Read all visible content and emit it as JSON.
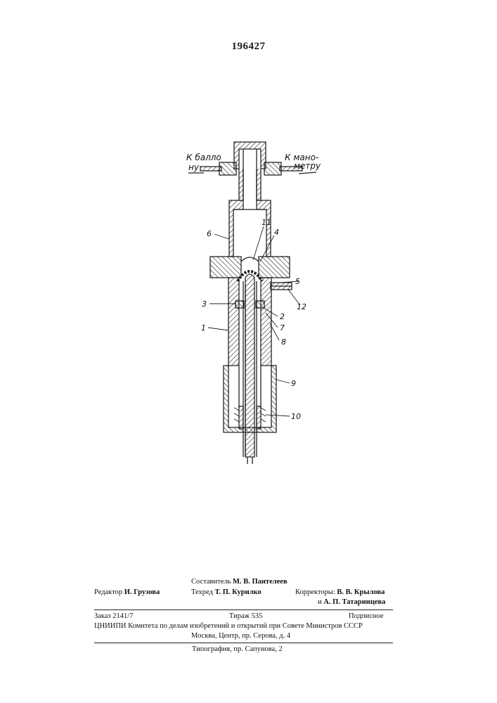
{
  "header": {
    "patent_number": "196427"
  },
  "drawing": {
    "connector_left": {
      "line1": "К балло",
      "line2": "ну"
    },
    "connector_right": {
      "line1": "К мано-",
      "line2": "метру"
    },
    "callouts": [
      "11",
      "4",
      "6",
      "5",
      "12",
      "3",
      "2",
      "7",
      "1",
      "8",
      "9",
      "10"
    ]
  },
  "footer": {
    "compiler": {
      "label": "Составитель",
      "name": "М. В. Пантелеев"
    },
    "editor": {
      "label": "Редактор",
      "name": "И. Грузова"
    },
    "techred": {
      "label": "Техред",
      "name": "Т. П. Курилко"
    },
    "correctors": {
      "label": "Корректоры:",
      "name1": "В. В. Крылова",
      "name2_prefix": "и",
      "name2": "А. П. Татаринцева"
    },
    "order": "Заказ 2141/7",
    "run": "Тираж 535",
    "subscription": "Подписное",
    "institute_line1": "ЦНИИПИ Комитета по делам изобретений и открытий при Совете Министров СССР",
    "institute_line2": "Москва, Центр, пр. Серова, д. 4",
    "printing": "Типография, пр. Сапунова, 2"
  }
}
